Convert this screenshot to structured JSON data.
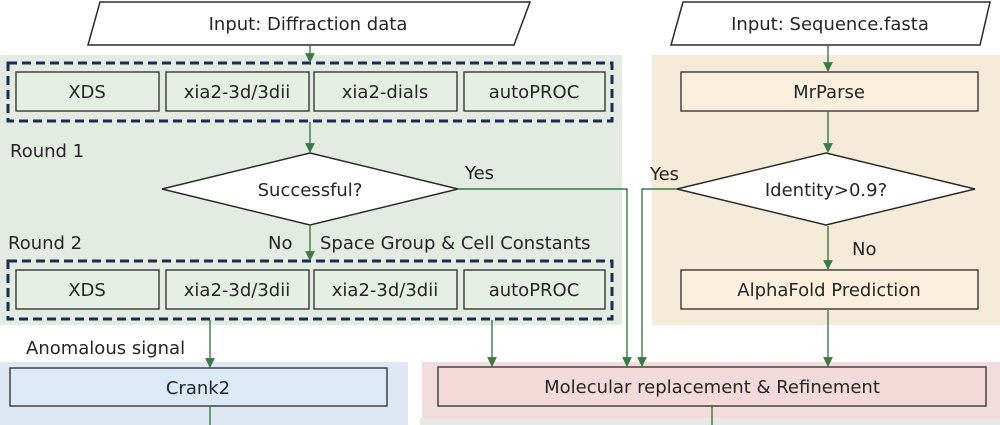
{
  "colors": {
    "green_panel": "#e3ebe3",
    "orange_panel": "#f6ebd9",
    "blue_panel": "#dde8f4",
    "pink_panel": "#f3dcdc",
    "box_green": "#e6efe3",
    "box_orange": "#fbf0de",
    "box_blue": "#dce9f6",
    "box_pink": "#f5dada",
    "dashed_border": "#1c2d55",
    "arrow": "#3a7a45",
    "stroke": "#2a2a2a"
  },
  "input_diffraction": "Input: Diffraction data",
  "input_sequence": "Input: Sequence.fasta",
  "round1": {
    "label": "Round 1",
    "boxes": [
      "XDS",
      "xia2-3d/3dii",
      "xia2-dials",
      "autoPROC"
    ]
  },
  "decision_successful": "Successful?",
  "yes_label_left": "Yes",
  "round2": {
    "label": "Round 2",
    "no_label": "No",
    "note": "Space Group & Cell Constants",
    "boxes": [
      "XDS",
      "xia2-3d/3dii",
      "xia2-3d/3dii",
      "autoPROC"
    ]
  },
  "anomalous_signal": "Anomalous signal",
  "crank2": "Crank2",
  "molecular_replacement": "Molecular replacement & Refinement",
  "mrparse": "MrParse",
  "decision_identity": "Identity>0.9?",
  "yes_label_right": "Yes",
  "no_label_right": "No",
  "alphafold": "AlphaFold Prediction"
}
